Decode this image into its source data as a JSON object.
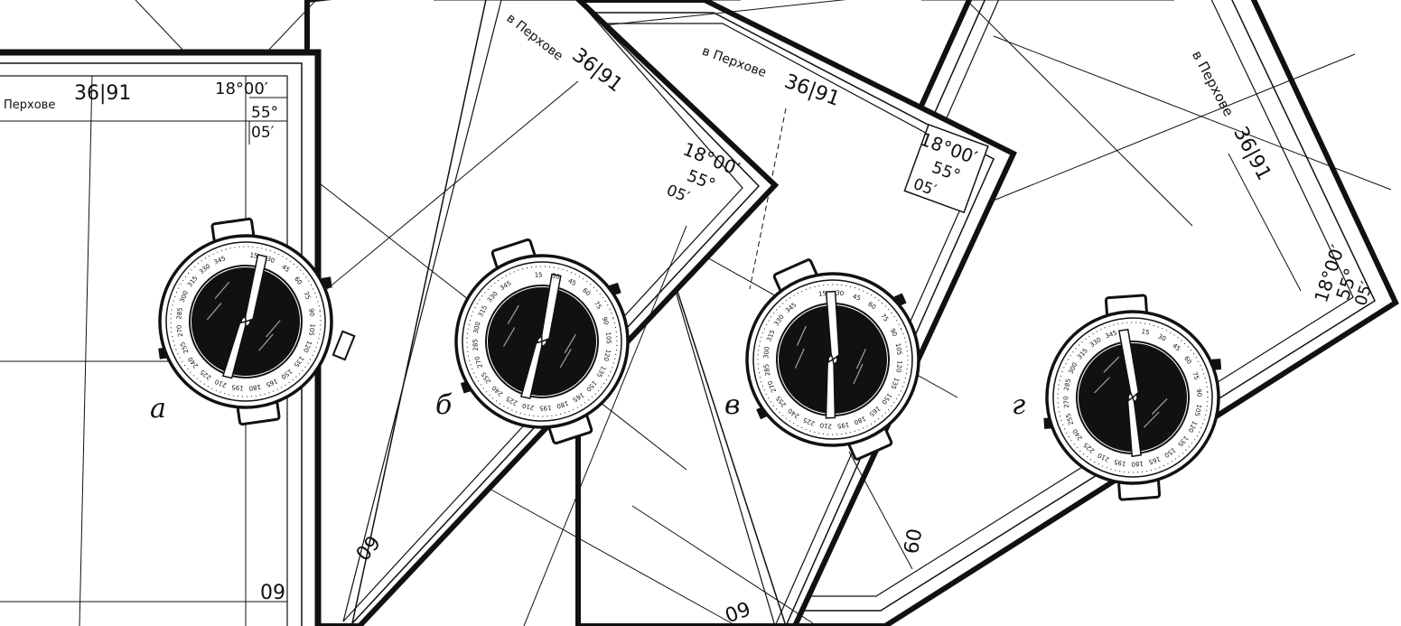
{
  "figure": {
    "sheets": [
      {
        "id": "a",
        "settlement": "Перхове",
        "grid_x_label": "36|91",
        "lon_label": "18°00′",
        "lat_label": "55°",
        "lat_min_label": "05′",
        "grid_y_label": "09",
        "caption": "а"
      },
      {
        "id": "b",
        "settlement": "в Перхове",
        "grid_x_label": "36|91",
        "lon_label": "18°00′",
        "lat_label": "55°",
        "lat_min_label": "05′",
        "grid_y_label": "09",
        "grid_y_label_2": "09",
        "caption": "б"
      },
      {
        "id": "v",
        "settlement": "в Перхове",
        "grid_x_label": "36|91",
        "lon_label": "18°00′",
        "lat_label": "55°",
        "lat_min_label": "05′",
        "grid_y_label": "09",
        "caption": "в"
      },
      {
        "id": "g",
        "settlement": "в Перхове",
        "grid_x_label": "36|91",
        "lon_label": "18°00′",
        "lat_label": "55°",
        "lat_min_label": "05′",
        "caption": "г"
      }
    ],
    "dial_numbers": [
      "15",
      "30",
      "45",
      "60",
      "75",
      "90",
      "105",
      "120",
      "135",
      "150",
      "165",
      "180",
      "195",
      "210",
      "225",
      "240",
      "255",
      "270",
      "285",
      "300",
      "315",
      "330",
      "345"
    ],
    "colors": {
      "ink": "#111111",
      "paper": "#ffffff"
    }
  }
}
